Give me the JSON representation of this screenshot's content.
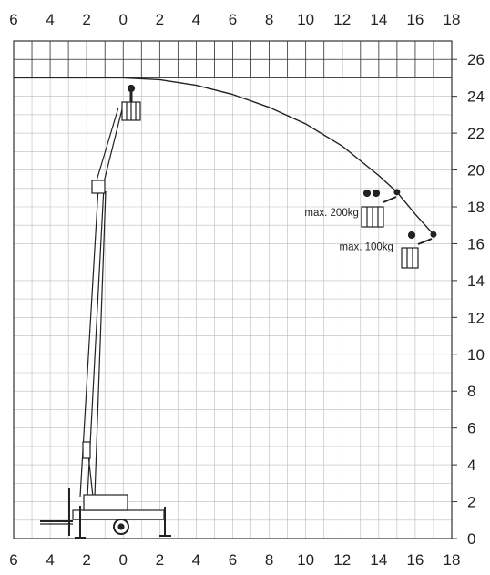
{
  "chart_data": {
    "type": "line",
    "title": "",
    "xlabel": "",
    "ylabel": "",
    "xlim": [
      -6,
      18
    ],
    "ylim": [
      0,
      27
    ],
    "x_ticks": [
      -6,
      -4,
      -2,
      0,
      2,
      4,
      6,
      8,
      10,
      12,
      14,
      16,
      18
    ],
    "x_tick_labels": [
      "6",
      "4",
      "2",
      "0",
      "2",
      "4",
      "6",
      "8",
      "10",
      "12",
      "14",
      "16",
      "18"
    ],
    "y_ticks": [
      0,
      2,
      4,
      6,
      8,
      10,
      12,
      14,
      16,
      18,
      20,
      22,
      24,
      26
    ],
    "y_tick_labels": [
      "0",
      "2",
      "4",
      "6",
      "8",
      "10",
      "12",
      "14",
      "16",
      "18",
      "20",
      "22",
      "24",
      "26"
    ],
    "grid": true,
    "series": [
      {
        "values_x": [
          0,
          2,
          4,
          6,
          8,
          10,
          12,
          14,
          15,
          16,
          17
        ],
        "values_y": [
          25,
          24.9,
          24.6,
          24.1,
          23.4,
          22.5,
          21.3,
          19.7,
          18.8,
          17.6,
          16.5
        ]
      }
    ],
    "annotations": [
      {
        "text": "max. 200kg",
        "x": 15,
        "y": 18.8
      },
      {
        "text": "max. 100kg",
        "x": 17,
        "y": 16.5
      }
    ],
    "colors": {
      "grid_minor": "#bbbbbb",
      "grid_major": "#333333",
      "curve": "#222222"
    }
  }
}
